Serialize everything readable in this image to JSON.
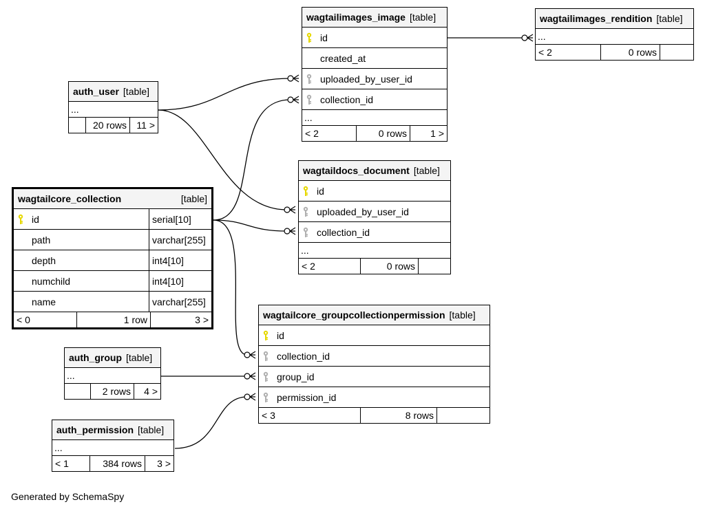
{
  "tables": {
    "wagtailimages_image": {
      "name": "wagtailimages_image",
      "tag": "[table]",
      "columns": [
        "id",
        "created_at",
        "uploaded_by_user_id",
        "collection_id"
      ],
      "ellipsis": "...",
      "footer": [
        "< 2",
        "0 rows",
        "1 >"
      ]
    },
    "wagtailimages_rendition": {
      "name": "wagtailimages_rendition",
      "tag": "[table]",
      "ellipsis": "...",
      "footer": [
        "< 2",
        "0 rows",
        ""
      ]
    },
    "auth_user": {
      "name": "auth_user",
      "tag": "[table]",
      "ellipsis": "...",
      "footer": [
        "",
        "20 rows",
        "11 >"
      ]
    },
    "wagtailcore_collection": {
      "name": "wagtailcore_collection",
      "tag": "[table]",
      "columns": [
        {
          "name": "id",
          "type": "serial[10]"
        },
        {
          "name": "path",
          "type": "varchar[255]"
        },
        {
          "name": "depth",
          "type": "int4[10]"
        },
        {
          "name": "numchild",
          "type": "int4[10]"
        },
        {
          "name": "name",
          "type": "varchar[255]"
        }
      ],
      "footer": [
        "< 0",
        "1 row",
        "3 >"
      ]
    },
    "wagtaildocs_document": {
      "name": "wagtaildocs_document",
      "tag": "[table]",
      "columns": [
        "id",
        "uploaded_by_user_id",
        "collection_id"
      ],
      "ellipsis": "...",
      "footer": [
        "< 2",
        "0 rows",
        ""
      ]
    },
    "wagtailcore_groupcollectionpermission": {
      "name": "wagtailcore_groupcollectionpermission",
      "tag": "[table]",
      "columns": [
        "id",
        "collection_id",
        "group_id",
        "permission_id"
      ],
      "footer": [
        "< 3",
        "8 rows",
        ""
      ]
    },
    "auth_group": {
      "name": "auth_group",
      "tag": "[table]",
      "ellipsis": "...",
      "footer": [
        "",
        "2 rows",
        "4 >"
      ]
    },
    "auth_permission": {
      "name": "auth_permission",
      "tag": "[table]",
      "ellipsis": "...",
      "footer": [
        "< 1",
        "384 rows",
        "3 >"
      ]
    }
  },
  "footer_note": "Generated by SchemaSpy",
  "colors": {
    "primary_key": "#e6d800",
    "foreign_key": "#b0b0b0",
    "header_bg": "#f4f4f4"
  }
}
